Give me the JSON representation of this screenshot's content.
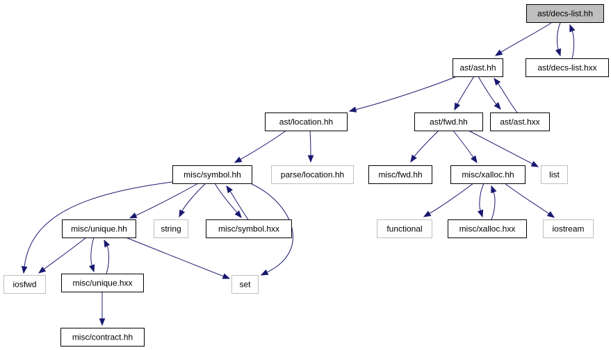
{
  "graph": {
    "colors": {
      "edge": "#191970",
      "current_fill": "#bfbfbf",
      "documented_border": "#000000",
      "external_border": "#bfbfbf",
      "text": "#000000"
    },
    "nodes": [
      {
        "id": "decs_list_hh",
        "label": "ast/decs-list.hh",
        "kind": "current"
      },
      {
        "id": "ast_hh",
        "label": "ast/ast.hh",
        "kind": "documented"
      },
      {
        "id": "decs_list_hxx",
        "label": "ast/decs-list.hxx",
        "kind": "documented"
      },
      {
        "id": "location_hh",
        "label": "ast/location.hh",
        "kind": "documented"
      },
      {
        "id": "fwd_hh",
        "label": "ast/fwd.hh",
        "kind": "documented"
      },
      {
        "id": "ast_hxx",
        "label": "ast/ast.hxx",
        "kind": "documented"
      },
      {
        "id": "symbol_hh",
        "label": "misc/symbol.hh",
        "kind": "documented"
      },
      {
        "id": "parse_location_hh",
        "label": "parse/location.hh",
        "kind": "external"
      },
      {
        "id": "misc_fwd_hh",
        "label": "misc/fwd.hh",
        "kind": "documented"
      },
      {
        "id": "xalloc_hh",
        "label": "misc/xalloc.hh",
        "kind": "documented"
      },
      {
        "id": "list",
        "label": "list",
        "kind": "external"
      },
      {
        "id": "unique_hh",
        "label": "misc/unique.hh",
        "kind": "documented"
      },
      {
        "id": "string",
        "label": "string",
        "kind": "external"
      },
      {
        "id": "symbol_hxx",
        "label": "misc/symbol.hxx",
        "kind": "documented"
      },
      {
        "id": "functional",
        "label": "functional",
        "kind": "external"
      },
      {
        "id": "xalloc_hxx",
        "label": "misc/xalloc.hxx",
        "kind": "documented"
      },
      {
        "id": "iostream",
        "label": "iostream",
        "kind": "external"
      },
      {
        "id": "iosfwd",
        "label": "iosfwd",
        "kind": "external"
      },
      {
        "id": "unique_hxx",
        "label": "misc/unique.hxx",
        "kind": "documented"
      },
      {
        "id": "set",
        "label": "set",
        "kind": "external"
      },
      {
        "id": "contract_hh",
        "label": "misc/contract.hh",
        "kind": "documented"
      }
    ],
    "edges": [
      {
        "from": "decs_list_hh",
        "to": "ast_hh"
      },
      {
        "from": "decs_list_hh",
        "to": "decs_list_hxx"
      },
      {
        "from": "decs_list_hxx",
        "to": "decs_list_hh"
      },
      {
        "from": "ast_hh",
        "to": "location_hh"
      },
      {
        "from": "ast_hh",
        "to": "fwd_hh"
      },
      {
        "from": "ast_hh",
        "to": "ast_hxx"
      },
      {
        "from": "ast_hxx",
        "to": "ast_hh"
      },
      {
        "from": "location_hh",
        "to": "symbol_hh"
      },
      {
        "from": "location_hh",
        "to": "parse_location_hh"
      },
      {
        "from": "fwd_hh",
        "to": "misc_fwd_hh"
      },
      {
        "from": "fwd_hh",
        "to": "xalloc_hh"
      },
      {
        "from": "fwd_hh",
        "to": "list"
      },
      {
        "from": "symbol_hh",
        "to": "unique_hh"
      },
      {
        "from": "symbol_hh",
        "to": "string"
      },
      {
        "from": "symbol_hh",
        "to": "symbol_hxx"
      },
      {
        "from": "symbol_hxx",
        "to": "symbol_hh"
      },
      {
        "from": "symbol_hh",
        "to": "iosfwd"
      },
      {
        "from": "symbol_hh",
        "to": "set"
      },
      {
        "from": "xalloc_hh",
        "to": "functional"
      },
      {
        "from": "xalloc_hh",
        "to": "xalloc_hxx"
      },
      {
        "from": "xalloc_hxx",
        "to": "xalloc_hh"
      },
      {
        "from": "xalloc_hh",
        "to": "iostream"
      },
      {
        "from": "unique_hh",
        "to": "iosfwd"
      },
      {
        "from": "unique_hh",
        "to": "unique_hxx"
      },
      {
        "from": "unique_hxx",
        "to": "unique_hh"
      },
      {
        "from": "unique_hh",
        "to": "set"
      },
      {
        "from": "unique_hxx",
        "to": "contract_hh"
      }
    ]
  }
}
